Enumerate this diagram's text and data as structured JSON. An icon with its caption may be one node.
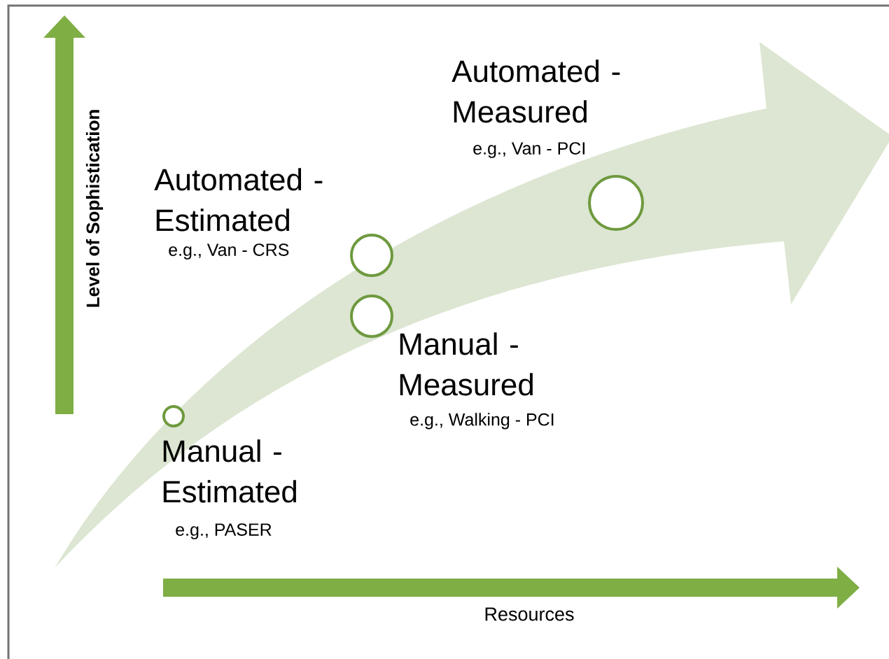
{
  "diagram": {
    "nodes": [
      {
        "text": [],
        "shape": "circle",
        "beside": [
          "Manual - Estimated",
          "e.g., PASER"
        ]
      },
      {
        "text": [],
        "shape": "circle",
        "beside": [
          "Automated - Estimated",
          "e.g., Van - CRS"
        ]
      },
      {
        "text": [],
        "shape": "circle",
        "beside": [
          "Manual - Measured",
          "e.g., Walking - PCI"
        ]
      },
      {
        "text": [],
        "shape": "circle",
        "beside": [
          "Automated - Measured",
          "e.g., Van - PCI"
        ]
      }
    ],
    "labels": [
      "Level of Sophistication",
      "Resources"
    ]
  }
}
